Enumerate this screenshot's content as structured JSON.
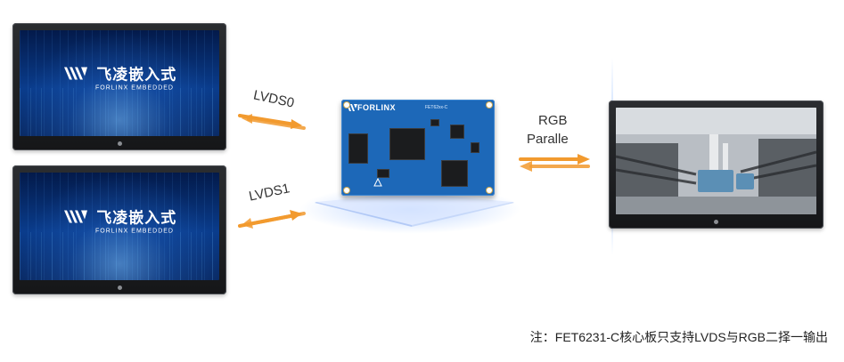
{
  "labels": {
    "lvds0": "LVDS0",
    "lvds1": "LVDS1",
    "rgb_line1": "RGB",
    "rgb_line2": "Paralle"
  },
  "display_logo": {
    "chinese": "飞凌嵌入式",
    "english": "FORLINX EMBEDDED"
  },
  "board": {
    "brand": "FORLINX",
    "model": "FET62xx-C"
  },
  "note": "注：FET6231-C核心板只支持LVDS与RGB二择一输出",
  "colors": {
    "arrow_orange": "#f29a2e",
    "board_blue": "#1d68b8",
    "screen_blue": "#0a3c8c"
  }
}
